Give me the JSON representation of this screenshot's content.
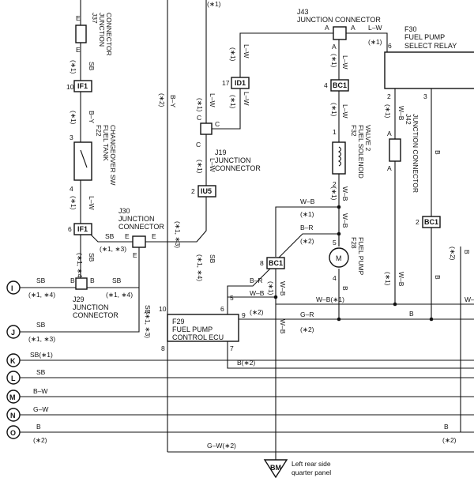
{
  "title": "Fuel pump wiring diagram",
  "components": {
    "j37": {
      "id": "J37",
      "name": "JUNCTION",
      "sub": "CONNECTOR",
      "pinA": "E",
      "pinB": "E"
    },
    "j43": {
      "id": "J43",
      "name": "JUNCTION CONNECTOR",
      "pinL": "A",
      "pinR": "A",
      "pinB": "A"
    },
    "f30": {
      "id": "F30",
      "line1": "FUEL PUMP",
      "line2": "SELECT RELAY",
      "pin6": "6",
      "pin2": "2",
      "pin3": "3"
    },
    "f22": {
      "id": "F22",
      "line1": "FUEL TANK",
      "line2": "CHANGEOVER SW",
      "pin3": "3",
      "pin4": "4"
    },
    "j19": {
      "id": "J19",
      "line1": "JUNCTION",
      "line2": "CONNECTOR",
      "pinL": "C",
      "pinR": "C",
      "pinB": "C"
    },
    "f32": {
      "id": "F32",
      "line1": "FUEL SOLENOID",
      "line2": "VALVE 2",
      "pin1": "1",
      "pin2": "2"
    },
    "j42": {
      "id": "J42",
      "line1": "JUNCTION CONNECTOR",
      "pinT": "A",
      "pinB": "A"
    },
    "j30": {
      "id": "J30",
      "line1": "JUNCTION",
      "line2": "CONNECTOR",
      "pinL": "E",
      "pinR": "E",
      "pinB": "E"
    },
    "f28": {
      "id": "F28",
      "line1": "FUEL PUMP",
      "pin5": "5",
      "pin4": "4",
      "symbol": "M"
    },
    "j29": {
      "id": "J29",
      "line1": "JUNCTION",
      "line2": "CONNECTOR",
      "pinL": "B",
      "pinR": "B",
      "pinT": "B"
    },
    "f29": {
      "id": "F29",
      "line1": "FUEL PUMP",
      "line2": "CONTROL ECU",
      "p10": "10",
      "p6": "6",
      "p5": "5",
      "p9": "9",
      "p7": "7",
      "p8": "8"
    },
    "ground": {
      "code": "BM",
      "line1": "Left rear side",
      "line2": "quarter panel"
    }
  },
  "connectors": {
    "if1a": {
      "label": "IF1",
      "pin": "10"
    },
    "if1b": {
      "label": "IF1",
      "pin": "6"
    },
    "id1": {
      "label": "ID1",
      "pin": "17"
    },
    "bc1a": {
      "label": "BC1",
      "pin": "4"
    },
    "iu5": {
      "label": "IU5",
      "pin": "2"
    },
    "bc1b": {
      "label": "BC1",
      "pin": "8"
    },
    "bc1c": {
      "label": "BC1",
      "pin": "2"
    }
  },
  "terminals": {
    "I": {
      "label": "I",
      "wire": "SB",
      "note": "(∗1, ∗4)"
    },
    "J": {
      "label": "J",
      "wire": "SB",
      "note": "(∗1, ∗3)"
    },
    "K": {
      "label": "K",
      "wire": "SB(∗1)"
    },
    "L": {
      "label": "L",
      "wire": "SB"
    },
    "M": {
      "label": "M",
      "wire": "B–W"
    },
    "N": {
      "label": "N",
      "wire": "G–W"
    },
    "O": {
      "label": "O",
      "wire": "B",
      "note": "(∗2)"
    }
  },
  "wires": {
    "sb": "SB",
    "by": "B–Y",
    "lw": "L–W",
    "wb": "W–B",
    "br": "B–R",
    "b": "B",
    "gr": "G–R",
    "b2": "B(∗2)",
    "gw2": "G–W(∗2)",
    "wb1": "W–B(∗1)",
    "wcut": "W–"
  },
  "notes": {
    "n1": "(∗1)",
    "n2": "(∗2)",
    "n13": "(∗1, ∗3)",
    "n14": "(∗1, ∗4)",
    "n3": "(∗1, ∗3)"
  }
}
